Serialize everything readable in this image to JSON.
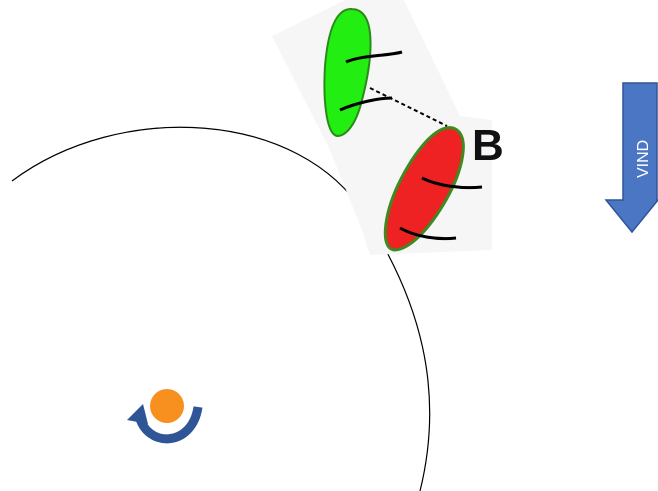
{
  "diagram": {
    "boat_label": "B",
    "wind_label": "VIND",
    "colors": {
      "green_boat": "#22ee11",
      "green_boat_outline": "#2a8a1a",
      "red_boat": "#ee2222",
      "red_boat_outline": "#3d8a1f",
      "wind_arrow_fill": "#4a76c4",
      "wind_arrow_stroke": "#2f5597",
      "mark": "#f7901e",
      "mark_arrow": "#2f5597",
      "circle": "#000000",
      "sail_line": "#000000"
    },
    "icons": {
      "mark": "orange-buoy-with-rotation-arrow",
      "wind": "down-arrow"
    }
  }
}
